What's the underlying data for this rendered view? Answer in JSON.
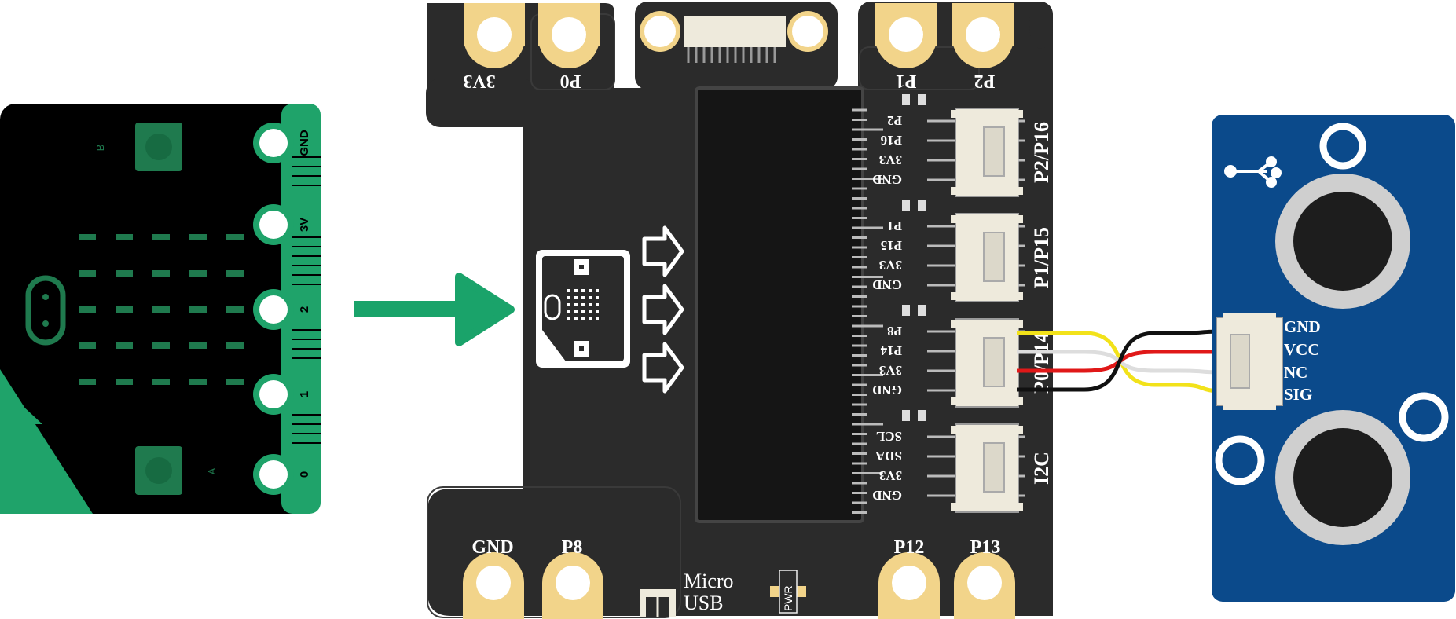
{
  "microbit": {
    "edge_pins": [
      "GND",
      "3V",
      "2",
      "1",
      "0"
    ],
    "button_labels": [
      "B",
      "A"
    ],
    "led_rows": 5,
    "led_cols": 5,
    "colors": {
      "board": "#000000",
      "edge": "#1fa36a",
      "button": "#1f7a4e",
      "led": "#1f7a4e"
    }
  },
  "arrow": {
    "color": "#1aa36a"
  },
  "expansion_board": {
    "top_pads": [
      "3V3",
      "P0",
      "P1",
      "P2"
    ],
    "bottom_pads": [
      "GND",
      "P8",
      "P12",
      "P13"
    ],
    "connectors": [
      {
        "name": "P2/P16",
        "pins": [
          "P2",
          "P16",
          "3V3",
          "GND"
        ]
      },
      {
        "name": "P1/P15",
        "pins": [
          "P1",
          "P15",
          "3V3",
          "GND"
        ]
      },
      {
        "name": "P0/P14",
        "pins": [
          "P8",
          "P14",
          "3V3",
          "GND"
        ]
      },
      {
        "name": "I2C",
        "pins": [
          "SCL",
          "SDA",
          "3V3",
          "GND"
        ]
      }
    ],
    "usb_label_line1": "Micro",
    "usb_label_line2": "USB",
    "pwr_label": "PWR",
    "colors": {
      "board": "#2b2b2b",
      "pad": "#f2d48a"
    }
  },
  "wires": {
    "colors": [
      "#f2e21a",
      "#dddddd",
      "#e01818",
      "#111111"
    ]
  },
  "sensor": {
    "pins": [
      "GND",
      "VCC",
      "NC",
      "SIG"
    ],
    "colors": {
      "board": "#0b4a8b",
      "transducer_ring": "#cfcfcf",
      "transducer": "#1d1d1d"
    }
  }
}
